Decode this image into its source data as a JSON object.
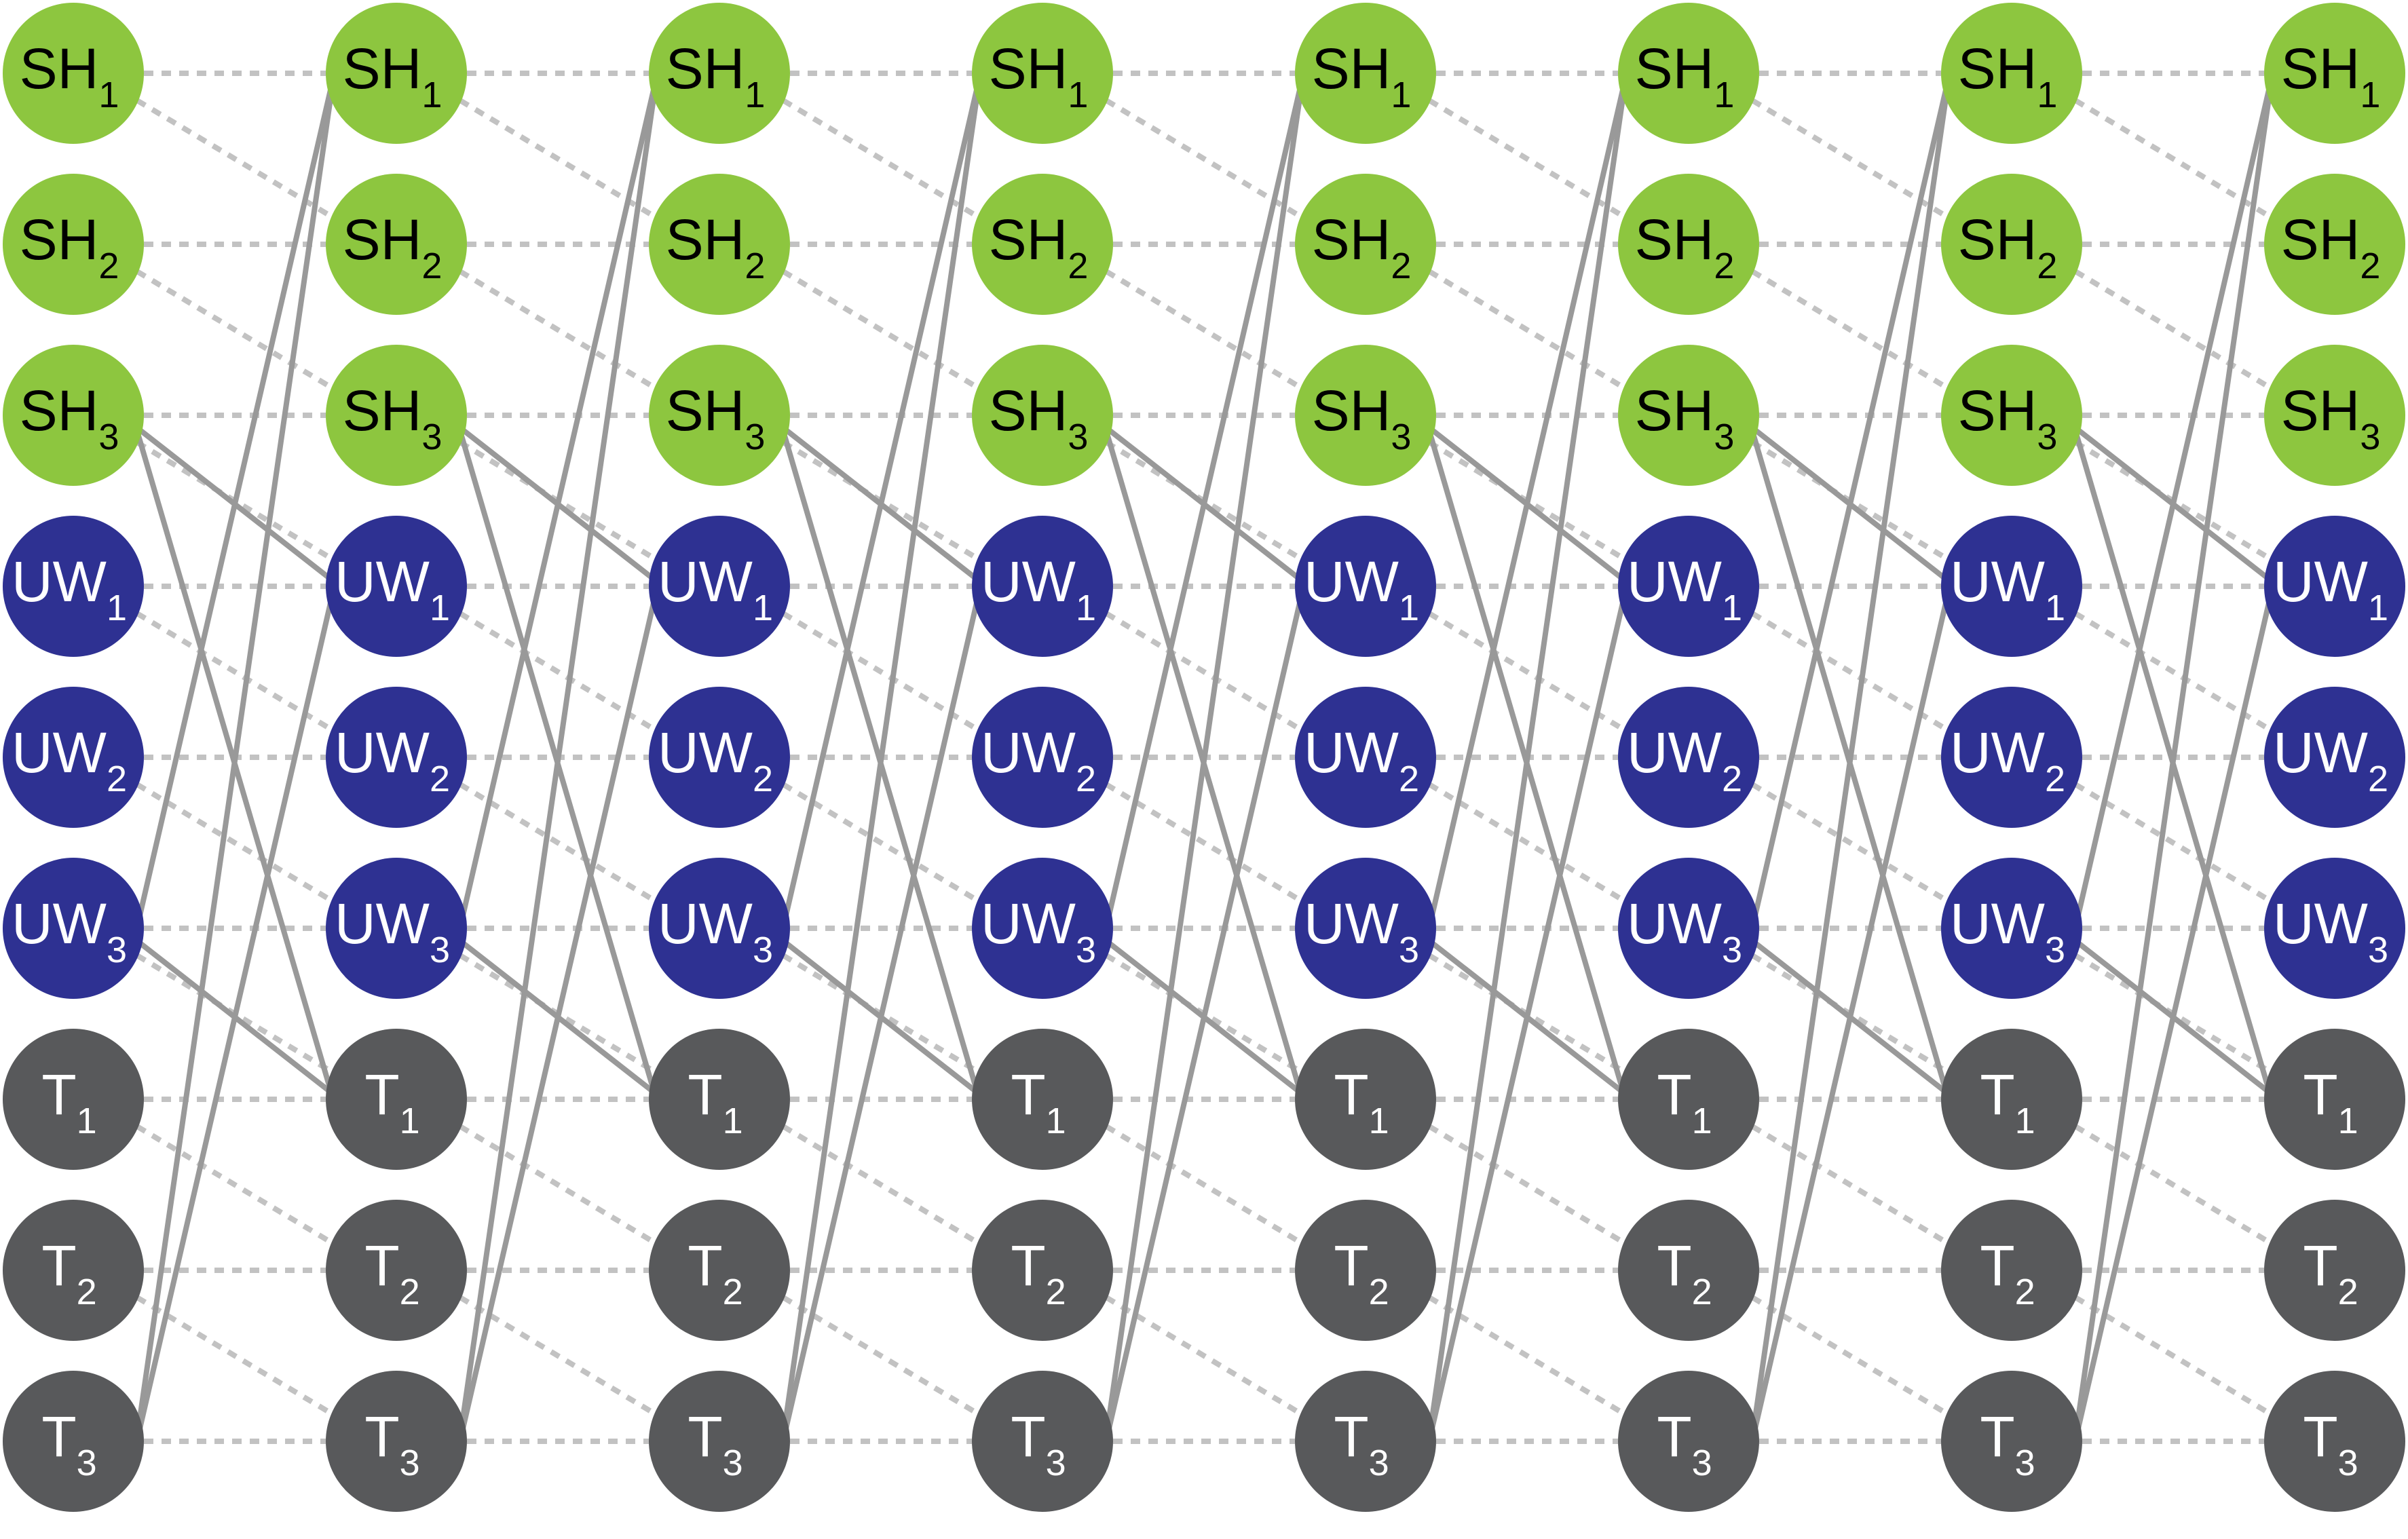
{
  "diagram": {
    "column_count": 8,
    "groups": [
      {
        "name": "SH",
        "color": "#8dc63f",
        "text_color": "#000000"
      },
      {
        "name": "UW",
        "color": "#2e3192",
        "text_color": "#ffffff"
      },
      {
        "name": "T",
        "color": "#58595b",
        "text_color": "#ffffff"
      }
    ],
    "rows": [
      {
        "base": "SH",
        "sub": "1",
        "group": "SH"
      },
      {
        "base": "SH",
        "sub": "2",
        "group": "SH"
      },
      {
        "base": "SH",
        "sub": "3",
        "group": "SH"
      },
      {
        "base": "UW",
        "sub": "1",
        "group": "UW"
      },
      {
        "base": "UW",
        "sub": "2",
        "group": "UW"
      },
      {
        "base": "UW",
        "sub": "3",
        "group": "UW"
      },
      {
        "base": "T",
        "sub": "1",
        "group": "T"
      },
      {
        "base": "T",
        "sub": "2",
        "group": "T"
      },
      {
        "base": "T",
        "sub": "3",
        "group": "T"
      }
    ],
    "edge_colors": {
      "solid": "#999999",
      "dashed": "#c2c2c2"
    }
  }
}
